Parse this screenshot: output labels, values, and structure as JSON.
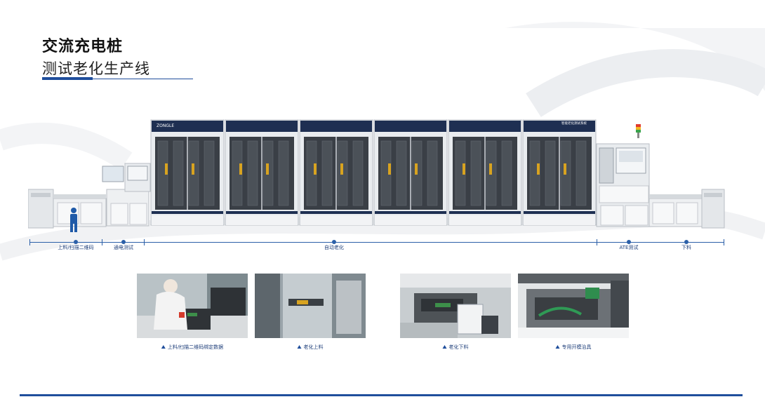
{
  "title": {
    "main": "交流充电桩",
    "sub": "测试老化生产线"
  },
  "machine": {
    "logo_text": "ZONGLE",
    "panel_text": "智能老化测试系统"
  },
  "process_labels": [
    "上料/扫描二维码",
    "通电测试",
    "自动老化",
    "ATE测试",
    "下料"
  ],
  "photo_captions": [
    "上料/扫描二维码绑定数据",
    "老化上料",
    "老化下料",
    "专用开模治具"
  ],
  "colors": {
    "brand_blue": "#1f4e9c",
    "cabinet_navy": "#1e2f52",
    "door_glass": "#3a3f46",
    "cabinet_body": "#e9ecef"
  },
  "icons": [
    "person-icon",
    "triangle-up-icon"
  ]
}
